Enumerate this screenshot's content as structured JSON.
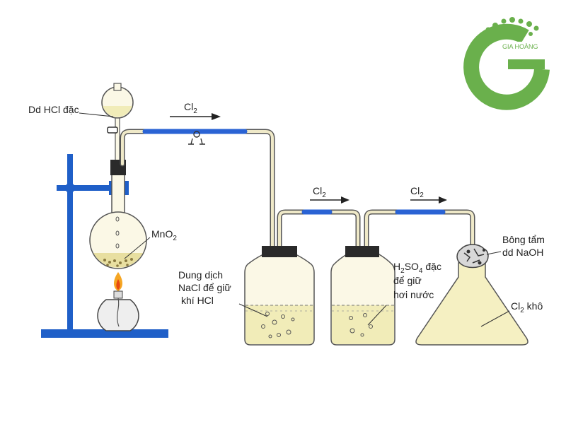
{
  "logo": {
    "brand_text": "GIA HOÀNG",
    "letter": "G",
    "color": "#6ab04c"
  },
  "labels": {
    "hcl_funnel": "Dd HCl đặc",
    "mno2_base": "MnO",
    "mno2_sub": "2",
    "nacl_line1": "Dung dịch",
    "nacl_line2": "NaCl để giữ",
    "nacl_line3": "khí HCl",
    "h2so4_h": "H",
    "h2so4_2": "2",
    "h2so4_so": "SO",
    "h2so4_4": "4",
    "h2so4_rest": " đặc",
    "h2so4_line2": "để giữ",
    "h2so4_line3": "hơi nước",
    "cotton_line1": "Bông tẩm",
    "cotton_line2": "dd NaOH",
    "dry_base": "Cl",
    "dry_sub": "2",
    "dry_rest": " khô"
  },
  "flows": [
    {
      "base": "Cl",
      "sub": "2"
    },
    {
      "base": "Cl",
      "sub": "2"
    },
    {
      "base": "Cl",
      "sub": "2"
    }
  ],
  "colors": {
    "stand": "#1f5fc8",
    "tube_blue": "#2a63d4",
    "liquid": "#f1ecb8",
    "glass": "#fbf8e6",
    "stopper": "#2a2a2a",
    "outline": "#555555"
  }
}
